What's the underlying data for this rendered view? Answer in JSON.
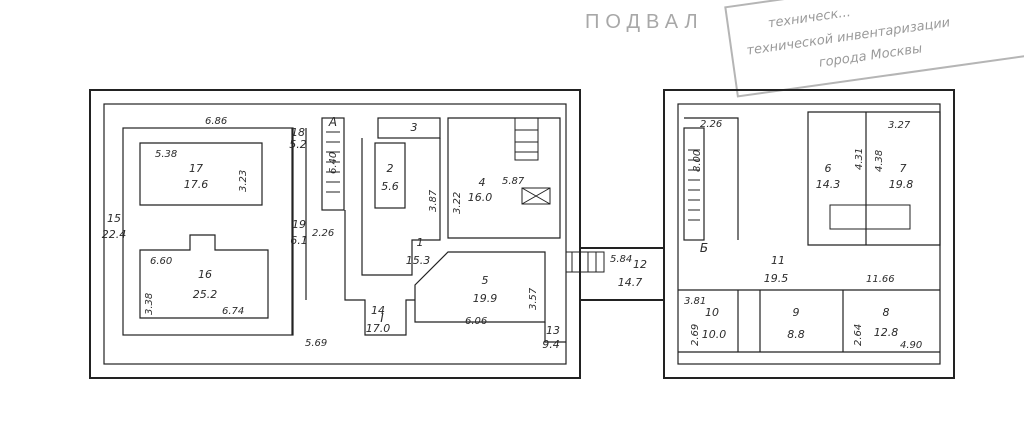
{
  "title": "ПОДВАЛ",
  "stamp": {
    "lines": [
      "техническ...",
      "технической инвентаризации",
      "города Москвы"
    ]
  },
  "rooms": [
    {
      "id": "r1",
      "num": "1",
      "area": "15.3"
    },
    {
      "id": "r2",
      "num": "2",
      "area": "5.6"
    },
    {
      "id": "r3",
      "num": "3",
      "area": ""
    },
    {
      "id": "r4",
      "num": "4",
      "area": "16.0"
    },
    {
      "id": "r5",
      "num": "5",
      "area": "19.9"
    },
    {
      "id": "r6",
      "num": "6",
      "area": "14.3"
    },
    {
      "id": "r7",
      "num": "7",
      "area": "19.8"
    },
    {
      "id": "r8",
      "num": "8",
      "area": "12.8"
    },
    {
      "id": "r9",
      "num": "9",
      "area": "8.8"
    },
    {
      "id": "r10",
      "num": "10",
      "area": "10.0"
    },
    {
      "id": "r11",
      "num": "11",
      "area": "19.5"
    },
    {
      "id": "r12",
      "num": "12",
      "area": "14.7"
    },
    {
      "id": "r13",
      "num": "13",
      "area": "9.4"
    },
    {
      "id": "r14",
      "num": "14",
      "area": "17.0"
    },
    {
      "id": "r15",
      "num": "15",
      "area": "22.4"
    },
    {
      "id": "r16",
      "num": "16",
      "area": "25.2"
    },
    {
      "id": "r17",
      "num": "17",
      "area": "17.6"
    },
    {
      "id": "r18",
      "num": "18",
      "area": "5.2"
    },
    {
      "id": "r19",
      "num": "19",
      "area": "6.1"
    }
  ],
  "stair_labels": [
    "А",
    "I",
    "Б"
  ],
  "dimensions": [
    "6.86",
    "5.38",
    "3.23",
    "6.60",
    "3.38",
    "6.74",
    "5.69",
    "2.26",
    "3.87",
    "3.22",
    "5.87",
    "3.57",
    "6.06",
    "5.84",
    "6.40",
    "8.00",
    "2.26",
    "3.27",
    "4.31",
    "4.38",
    "11.66",
    "3.81",
    "2.69",
    "2.64",
    "4.90"
  ]
}
